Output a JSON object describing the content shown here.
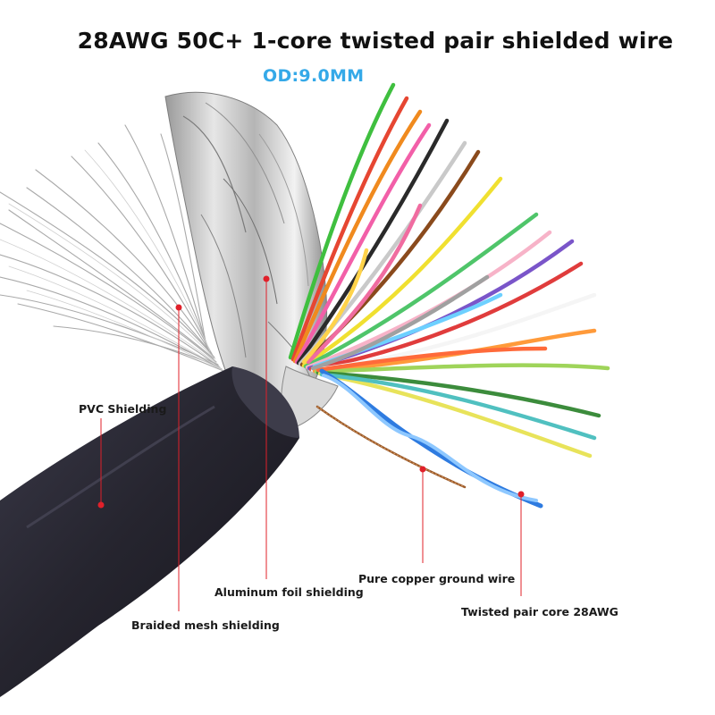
{
  "title": "28AWG 50C+ 1-core twisted pair shielded wire",
  "outer_diameter": "OD:9.0MM",
  "labels": {
    "pvc": "PVC Shielding",
    "foil": "Aluminum foil shielding",
    "braid": "Braided mesh shielding",
    "ground": "Pure copper ground wire",
    "twisted": "Twisted pair core 28AWG"
  },
  "colors": {
    "title": "#111111",
    "od": "#35a9e8",
    "leader": "#e0202a",
    "jacket": "#23222d"
  }
}
